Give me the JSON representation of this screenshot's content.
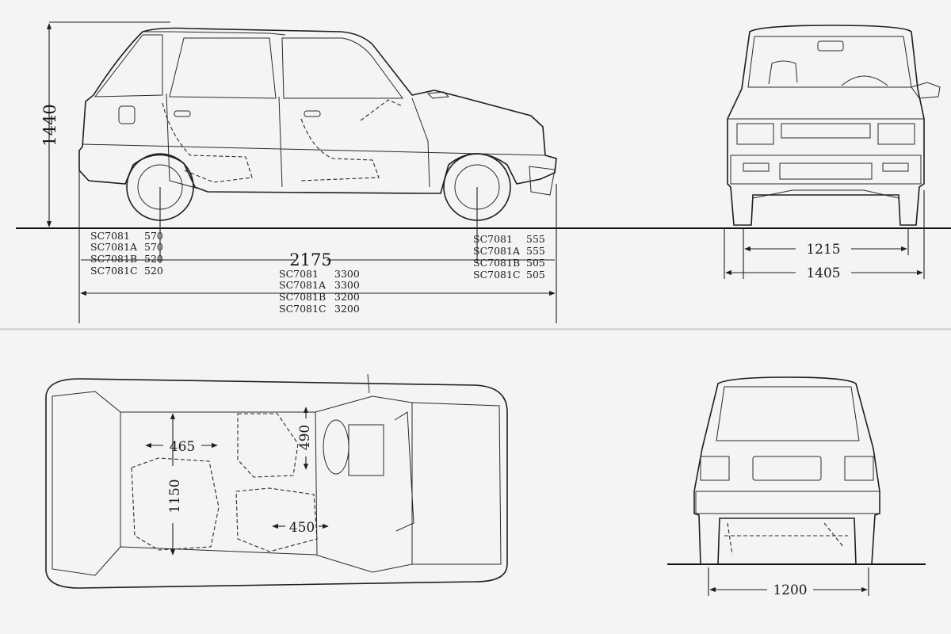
{
  "side_view": {
    "height": "1440",
    "wheelbase": "2175",
    "front_overhang_table": [
      {
        "model": "SC7081",
        "value": "570"
      },
      {
        "model": "SC7081A",
        "value": "570"
      },
      {
        "model": "SC7081B",
        "value": "520"
      },
      {
        "model": "SC7081C",
        "value": "520"
      }
    ],
    "rear_overhang_table": [
      {
        "model": "SC7081",
        "value": "555"
      },
      {
        "model": "SC7081A",
        "value": "555"
      },
      {
        "model": "SC7081B",
        "value": "505"
      },
      {
        "model": "SC7081C",
        "value": "505"
      }
    ],
    "length_table": [
      {
        "model": "SC7081",
        "value": "3300"
      },
      {
        "model": "SC7081A",
        "value": "3300"
      },
      {
        "model": "SC7081B",
        "value": "3200"
      },
      {
        "model": "SC7081C",
        "value": "3200"
      }
    ]
  },
  "front_view": {
    "track": "1215",
    "width": "1405"
  },
  "top_view": {
    "rear_seat_width": "465",
    "rear_seat_length": "1150",
    "front_seat_depth": "490",
    "front_seat_width": "450"
  },
  "rear_view": {
    "track": "1200"
  }
}
